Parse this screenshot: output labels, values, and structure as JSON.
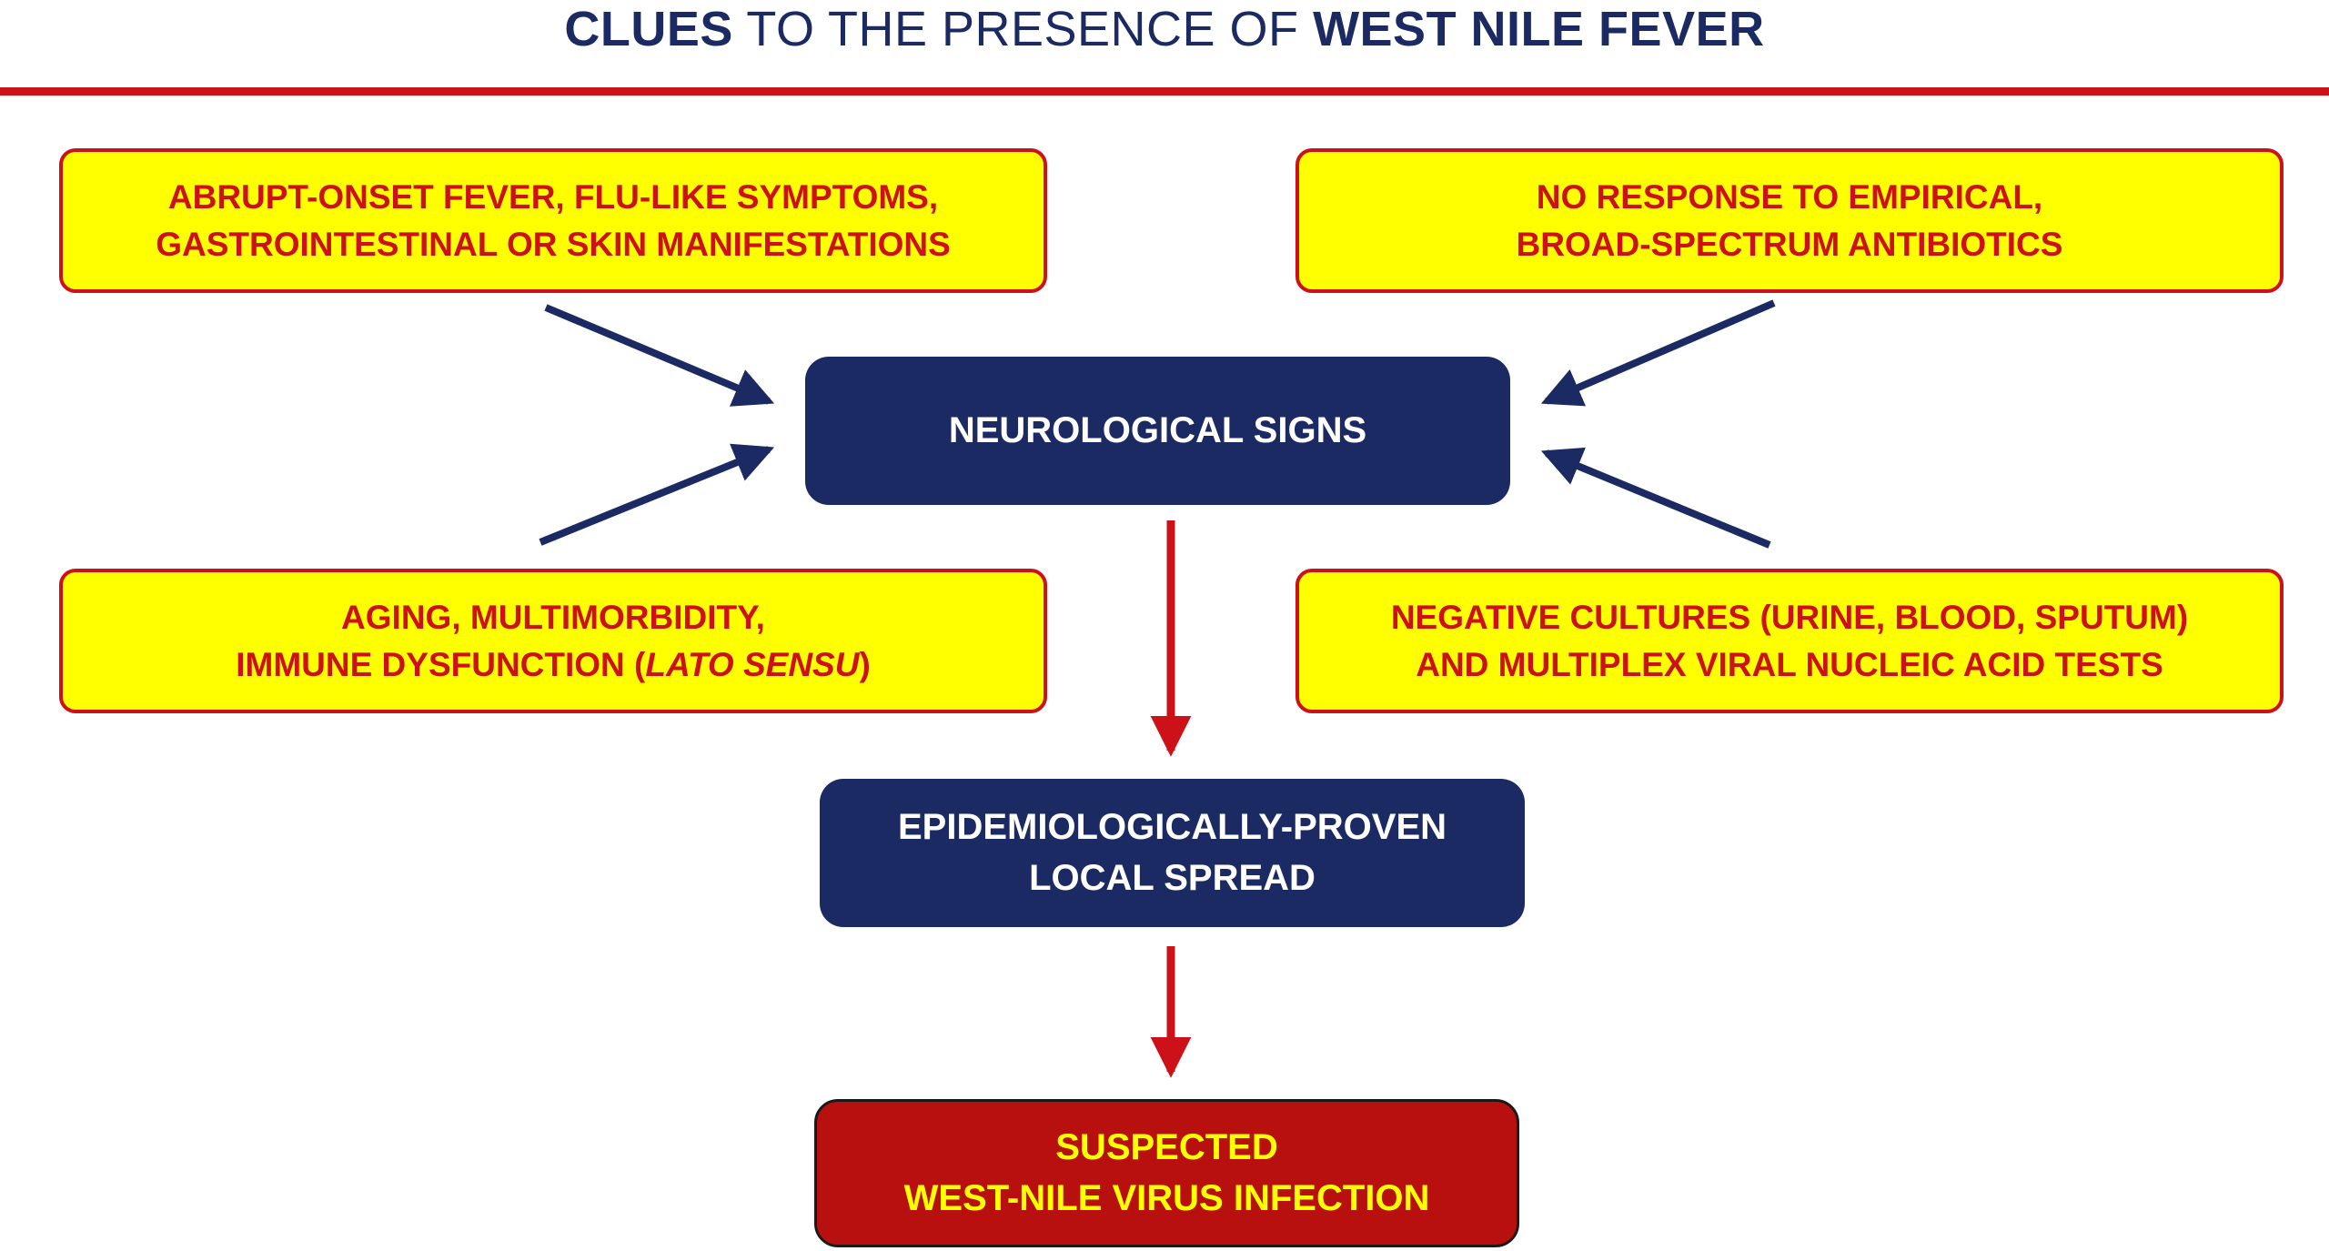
{
  "title": {
    "part1": "CLUES",
    "part2": " TO THE PRESENCE OF ",
    "part3": "WEST NILE FEVER"
  },
  "colors": {
    "navy": "#1b2a63",
    "red": "#cc1118",
    "yellow": "#ffff00",
    "boxred": "#b8100f"
  },
  "boxes": {
    "top_left": {
      "line1": "ABRUPT-ONSET FEVER, FLU-LIKE SYMPTOMS,",
      "line2": "GASTROINTESTINAL OR SKIN MANIFESTATIONS"
    },
    "top_right": {
      "line1": "NO RESPONSE TO EMPIRICAL,",
      "line2": "BROAD-SPECTRUM ANTIBIOTICS"
    },
    "center": {
      "label": "NEUROLOGICAL SIGNS"
    },
    "mid_left": {
      "line1": "AGING, MULTIMORBIDITY,",
      "line2_prefix": "IMMUNE DYSFUNCTION (",
      "line2_italic": "LATO SENSU",
      "line2_suffix": ")"
    },
    "mid_right": {
      "line1": "NEGATIVE CULTURES (URINE, BLOOD, SPUTUM)",
      "line2": "AND MULTIPLEX VIRAL NUCLEIC ACID TESTS"
    },
    "epi": {
      "line1": "EPIDEMIOLOGICALLY-PROVEN",
      "line2": "LOCAL SPREAD"
    },
    "suspected": {
      "line1": "SUSPECTED",
      "line2": "WEST-NILE VIRUS INFECTION"
    }
  }
}
